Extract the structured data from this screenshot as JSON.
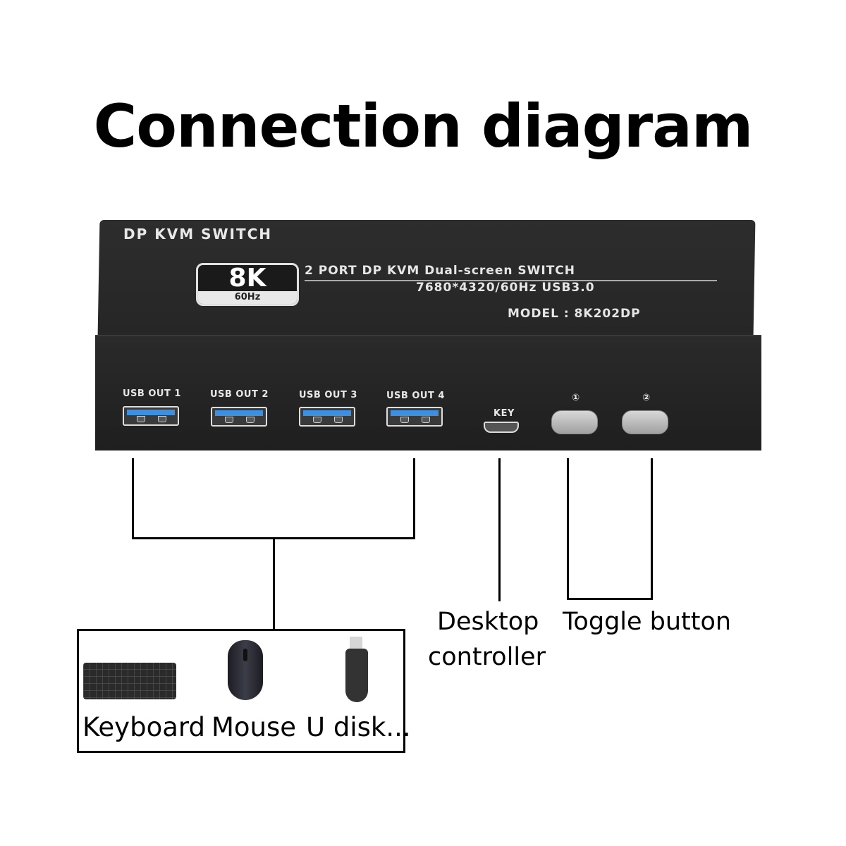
{
  "title": "Connection diagram",
  "device": {
    "brand": "DP KVM SWITCH",
    "badge": {
      "big": "8K",
      "small": "60Hz"
    },
    "spec_line_1": "2 PORT DP KVM Dual-screen SWITCH",
    "spec_line_2": "7680*4320/60Hz  USB3.0",
    "model": "MODEL : 8K202DP",
    "usb_ports": [
      {
        "label": "USB OUT 1"
      },
      {
        "label": "USB OUT 2"
      },
      {
        "label": "USB OUT 3"
      },
      {
        "label": "USB OUT 4"
      }
    ],
    "key_port": {
      "label": "KEY"
    },
    "toggle_buttons": [
      {
        "label": "①"
      },
      {
        "label": "②"
      }
    ],
    "colors": {
      "body": "#262626",
      "usb_blue": "#3d8fe0",
      "text": "#e6e6e6"
    }
  },
  "peripherals": [
    {
      "icon": "keyboard-icon",
      "label": "Keyboard"
    },
    {
      "icon": "mouse-icon",
      "label": "Mouse"
    },
    {
      "icon": "usb-disk-icon",
      "label": "U disk..."
    }
  ],
  "callouts": {
    "desktop_controller_line1": "Desktop",
    "desktop_controller_line2": "controller",
    "toggle_button": "Toggle button"
  }
}
